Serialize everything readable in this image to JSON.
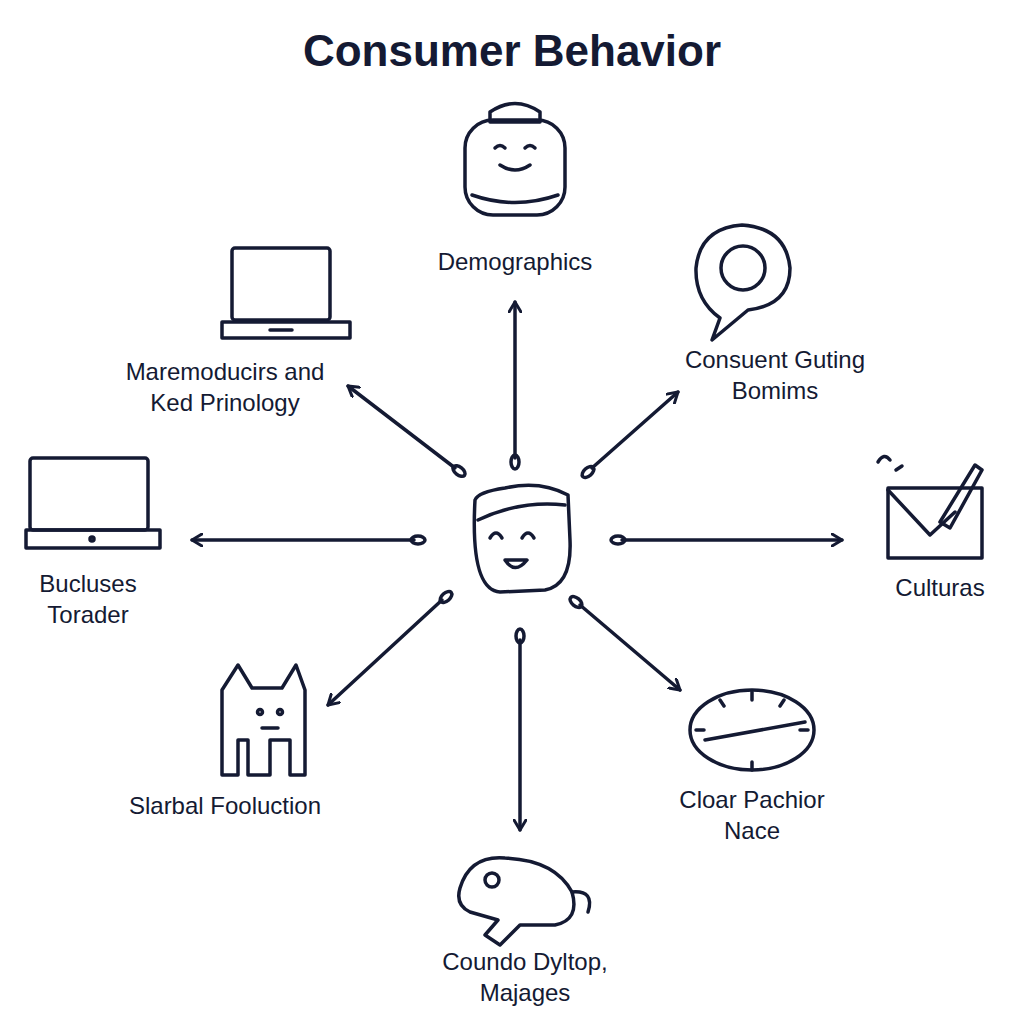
{
  "diagram": {
    "title": "Consumer Behavior",
    "labels": [
      "Demographics",
      "Maremoducirs and Ked Prinology",
      "Consuent Guting Bomims",
      "Bucluses Torader",
      "Culturas",
      "Slarbal Fooluction",
      "Cloar Pachior Nace",
      "Coundo Dyltop, Majages"
    ]
  }
}
